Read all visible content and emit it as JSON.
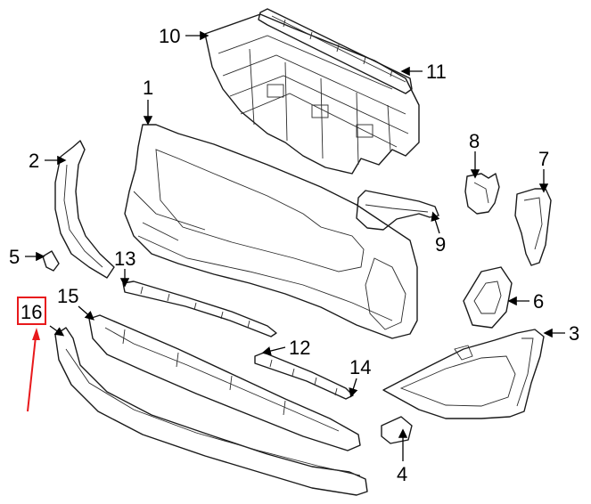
{
  "diagram": {
    "callouts": [
      {
        "id": "1",
        "label": "1"
      },
      {
        "id": "2",
        "label": "2"
      },
      {
        "id": "3",
        "label": "3"
      },
      {
        "id": "4",
        "label": "4"
      },
      {
        "id": "5",
        "label": "5"
      },
      {
        "id": "6",
        "label": "6"
      },
      {
        "id": "7",
        "label": "7"
      },
      {
        "id": "8",
        "label": "8"
      },
      {
        "id": "9",
        "label": "9"
      },
      {
        "id": "10",
        "label": "10"
      },
      {
        "id": "11",
        "label": "11"
      },
      {
        "id": "12",
        "label": "12"
      },
      {
        "id": "13",
        "label": "13"
      },
      {
        "id": "14",
        "label": "14"
      },
      {
        "id": "15",
        "label": "15"
      },
      {
        "id": "16",
        "label": "16"
      }
    ],
    "highlighted_callout": "16",
    "highlight_color": "#e8191c",
    "line_color": "#1a1a1a"
  }
}
